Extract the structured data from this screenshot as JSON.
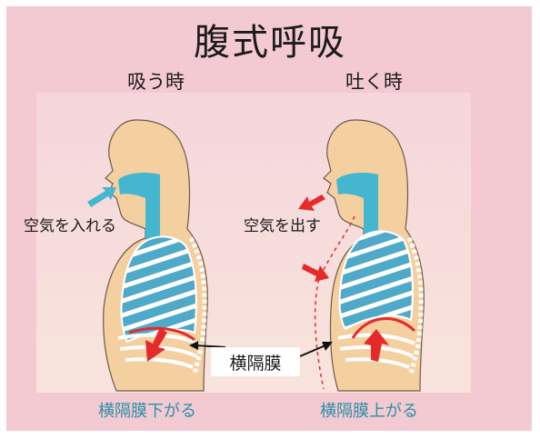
{
  "title": "腹式呼吸",
  "inhale": {
    "heading": "吸う時",
    "air_label": "空気を入れる",
    "caption": "横隔膜下がる"
  },
  "exhale": {
    "heading": "吐く時",
    "air_label": "空気を出す",
    "caption": "横隔膜上がる"
  },
  "diaphragm_label": "横隔膜",
  "colors": {
    "background": "#f3c9d2",
    "body": "#f4cfa0",
    "airway": "#45b6cf",
    "lung": "#4fa9c9",
    "ribs": "#ffffff",
    "arrow_blue": "#45b6cf",
    "arrow_red": "#e52a2a",
    "caption": "#2a8fa6"
  }
}
